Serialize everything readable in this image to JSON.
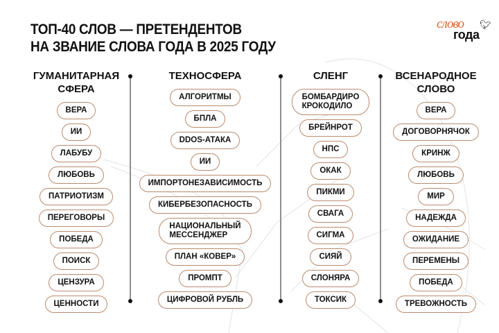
{
  "title": {
    "line1": "ТОП-40 СЛОВ — ПРЕТЕНДЕНТОВ",
    "line2": "НА ЗВАНИЕ СЛОВА ГОДА В 2025 ГОДУ"
  },
  "logo": {
    "line1": "слово",
    "line2": "года",
    "icon": "bird-icon"
  },
  "colors": {
    "pill_border": "#b98a6c",
    "logo_accent": "#e0642b",
    "divider": "#8e8e8e",
    "text": "#111111"
  },
  "columns": [
    {
      "title": "ГУМАНИТАРНАЯ\nСФЕРА",
      "words": [
        "ВЕРА",
        "ИИ",
        "ЛАБУБУ",
        "ЛЮБОВЬ",
        "ПАТРИОТИЗМ",
        "ПЕРЕГОВОРЫ",
        "ПОБЕДА",
        "ПОИСК",
        "ЦЕНЗУРА",
        "ЦЕННОСТИ"
      ]
    },
    {
      "title": "ТЕХНОСФЕРА",
      "words": [
        "АЛГОРИТМЫ",
        "БПЛА",
        "DDOS-АТАКА",
        "ИИ",
        "ИМПОРТОНЕЗАВИСИМОСТЬ",
        "КИБЕРБЕЗОПАСНОСТЬ",
        "НАЦИОНАЛЬНЫЙ\nМЕССЕНДЖЕР",
        "ПЛАН «КОВЕР»",
        "ПРОМПТ",
        "ЦИФРОВОЙ РУБЛЬ"
      ]
    },
    {
      "title": "СЛЕНГ",
      "words": [
        "БОМБАРДИРО\nКРОКОДИЛО",
        "БРЕЙНРОТ",
        "НПС",
        "ОКАК",
        "ПИКМИ",
        "СВАГА",
        "СИГМА",
        "СИЯЙ",
        "СЛОНЯРА",
        "ТОКСИК"
      ]
    },
    {
      "title": "ВСЕНАРОДНОЕ\nСЛОВО",
      "words": [
        "ВЕРА",
        "ДОГОВОРНЯЧОК",
        "КРИНЖ",
        "ЛЮБОВЬ",
        "МИР",
        "НАДЕЖДА",
        "ОЖИДАНИЕ",
        "ПЕРЕМЕНЫ",
        "ПОБЕДА",
        "ТРЕВОЖНОСТЬ"
      ]
    }
  ]
}
